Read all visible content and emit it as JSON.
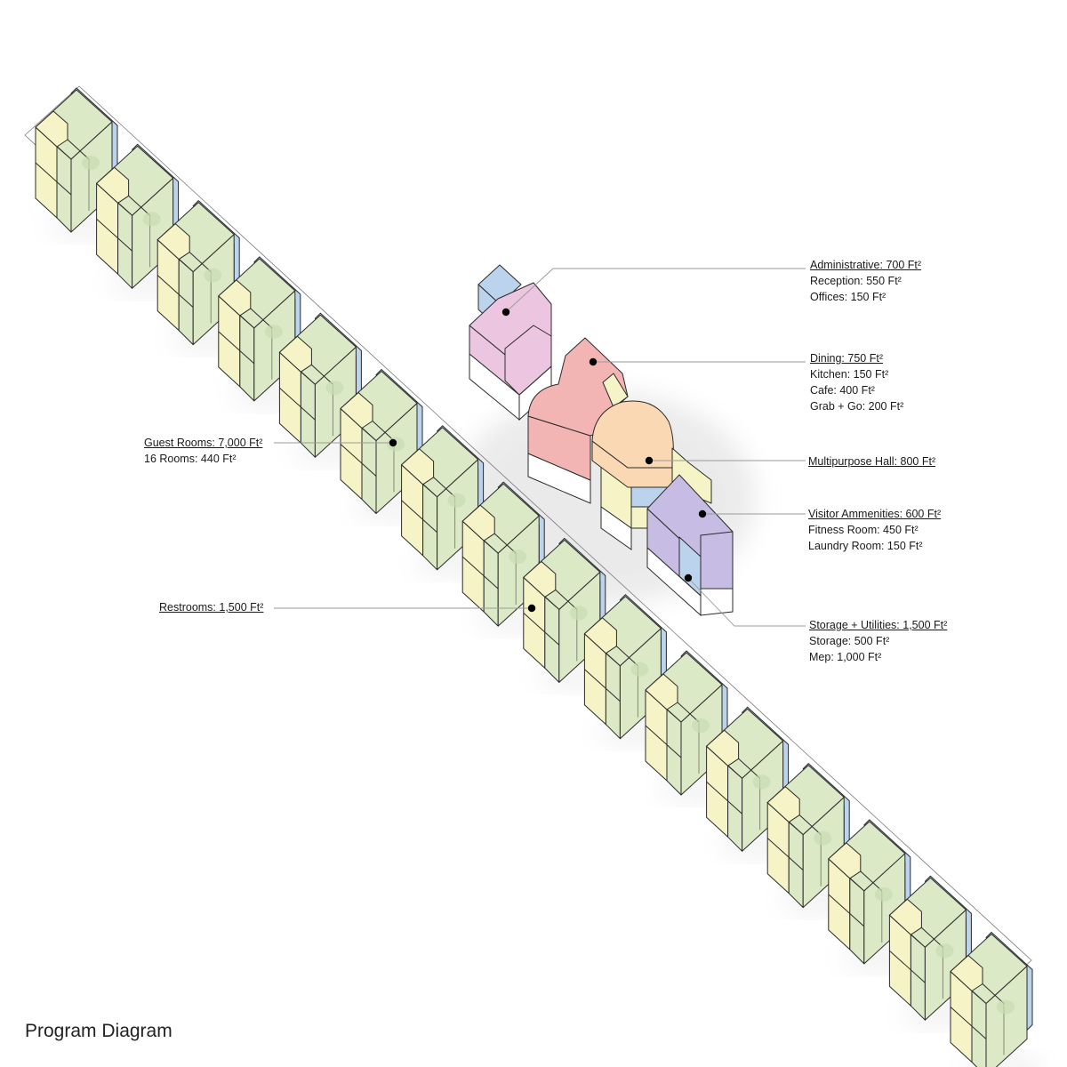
{
  "title": "Program Diagram",
  "colors": {
    "guest_green": "#dbe9c6",
    "restroom_yellow": "#f6f4c6",
    "storage_blue": "#bcd3ee",
    "admin_pink": "#ecc6e0",
    "dining_red": "#f3b4b4",
    "hall_orange": "#f9d8b3",
    "amenity_purple": "#c7bde4",
    "outline": "#2b2b2b",
    "leader": "#9a9a9a"
  },
  "programs": [
    {
      "id": "administrative",
      "heading": "Administrative: 700 Ft²",
      "details": [
        "Reception: 550 Ft²",
        "Offices: 150 Ft²"
      ]
    },
    {
      "id": "dining",
      "heading": "Dining: 750 Ft²",
      "details": [
        "Kitchen: 150 Ft²",
        "Cafe: 400 Ft²",
        "Grab + Go: 200 Ft²"
      ]
    },
    {
      "id": "multipurpose",
      "heading": "Multipurpose Hall: 800 Ft²",
      "details": []
    },
    {
      "id": "visitor",
      "heading": "Visitor Ammenities: 600 Ft²",
      "details": [
        "Fitness Room: 450 Ft²",
        "Laundry Room: 150 Ft²"
      ]
    },
    {
      "id": "storage",
      "heading": "Storage + Utilities: 1,500 Ft²",
      "details": [
        "Storage: 500 Ft²",
        "Mep: 1,000 Ft²"
      ]
    },
    {
      "id": "guest",
      "heading": "Guest Rooms: 7,000 Ft²",
      "details": [
        "16 Rooms: 440 Ft²"
      ]
    },
    {
      "id": "restrooms",
      "heading": "Restrooms: 1,500 Ft²",
      "details": []
    }
  ],
  "guest_room_count": 16
}
